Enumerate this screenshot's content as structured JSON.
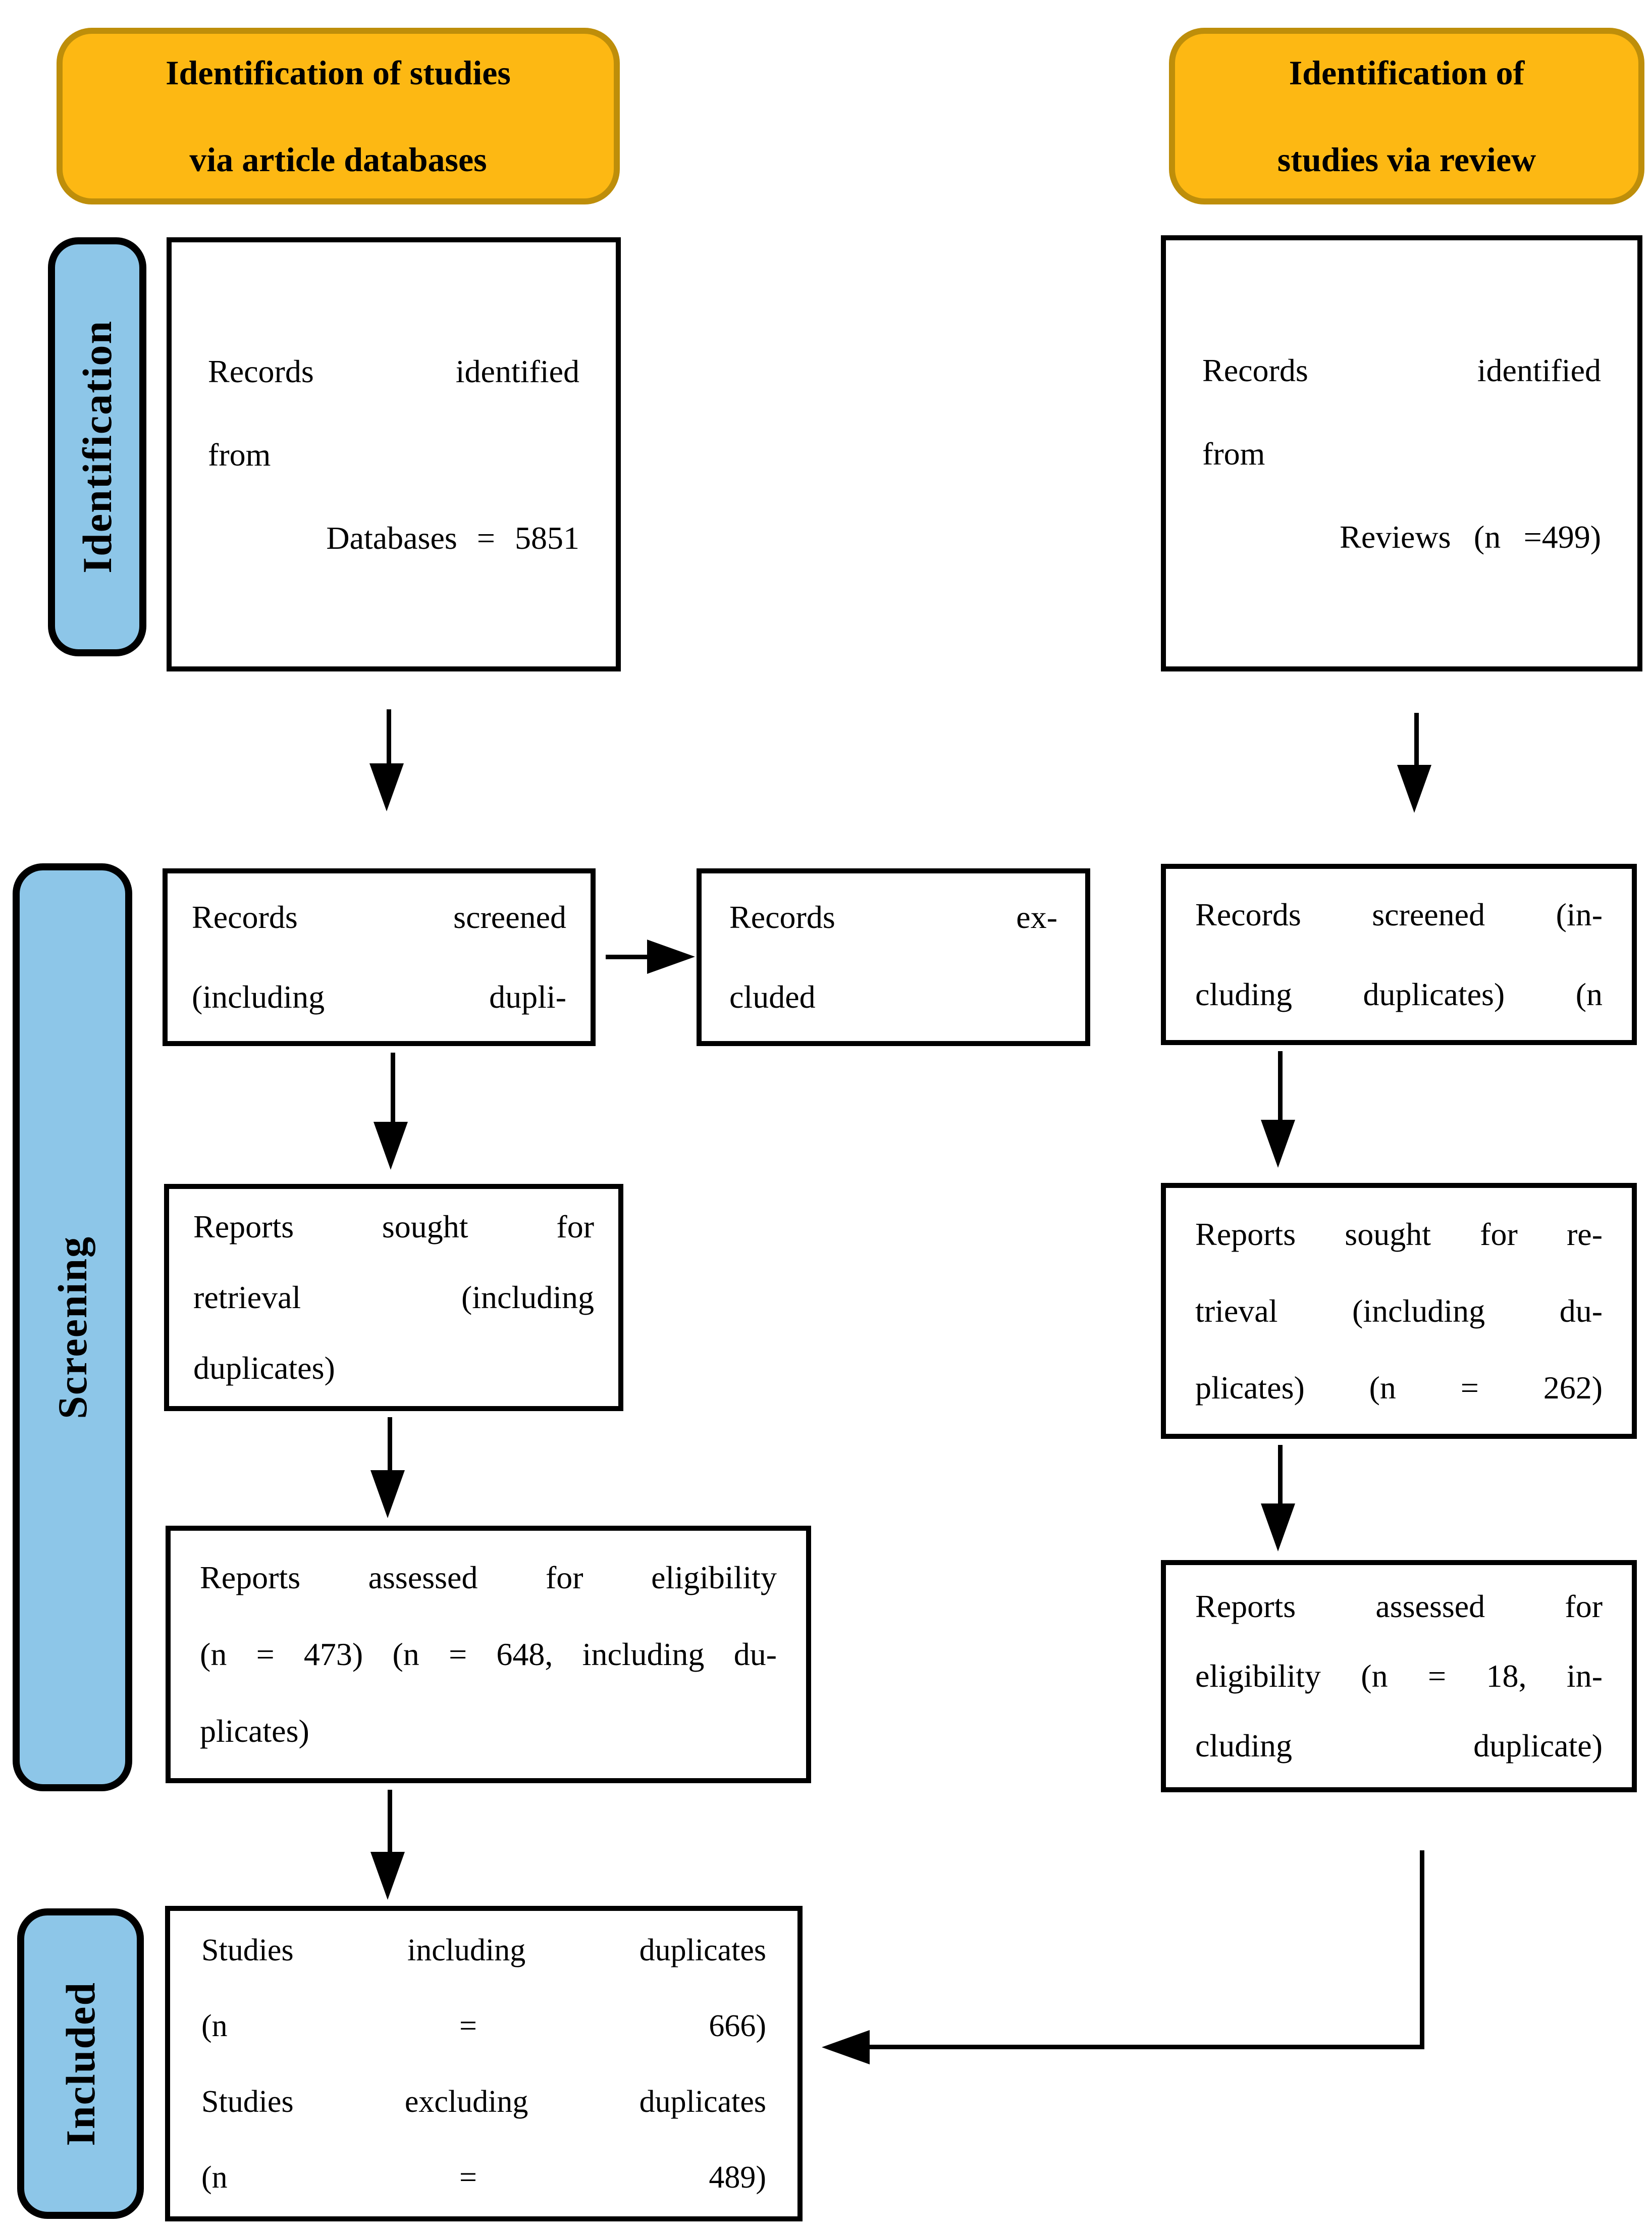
{
  "figure_title": "PRISMA flow diagram",
  "headers": {
    "left": "Identification of studies\nvia article databases",
    "right": "Identification of\nstudies via review"
  },
  "sidebar": {
    "identification": "Identification",
    "screening": "Screening",
    "included": "Included"
  },
  "boxes": {
    "records_identified_databases": "Records identified\nfrom\n      Databases = 5851",
    "records_identified_reviews": "Records identified\nfrom\n      Reviews (n =499)",
    "records_screened_left": "Records screened\n(including dupli-",
    "records_excluded": "Records ex-\ncluded",
    "records_screened_right": "Records screened (in-\ncluding duplicates) (n",
    "reports_sought_left": "Reports sought for\nretrieval (including\nduplicates)",
    "reports_sought_right": "Reports sought for re-\ntrieval (including du-\nplicates) (n = 262)",
    "reports_assessed_left": "Reports assessed for eligibility\n(n = 473) (n = 648, including du-\nplicates)",
    "reports_assessed_right": "Reports assessed for\neligibility (n = 18, in-\ncluding duplicate)",
    "studies_included": "Studies including duplicates\n(n = 666)\nStudies excluding duplicates\n(n = 489)"
  },
  "values": {
    "databases_identified": 5851,
    "reviews_identified": 499,
    "reports_sought_reviews": 262,
    "reports_assessed_databases": 473,
    "reports_assessed_databases_incl_duplicates": 648,
    "reports_assessed_reviews_incl_duplicate": 18,
    "studies_including_duplicates": 666,
    "studies_excluding_duplicates": 489
  },
  "colors": {
    "header-fill": "#FDB813",
    "header-border": "#BE8E0A",
    "sidebar-fill": "#8DC6E8",
    "line-color": "#000000",
    "box-bg": "#FFFFFF"
  }
}
